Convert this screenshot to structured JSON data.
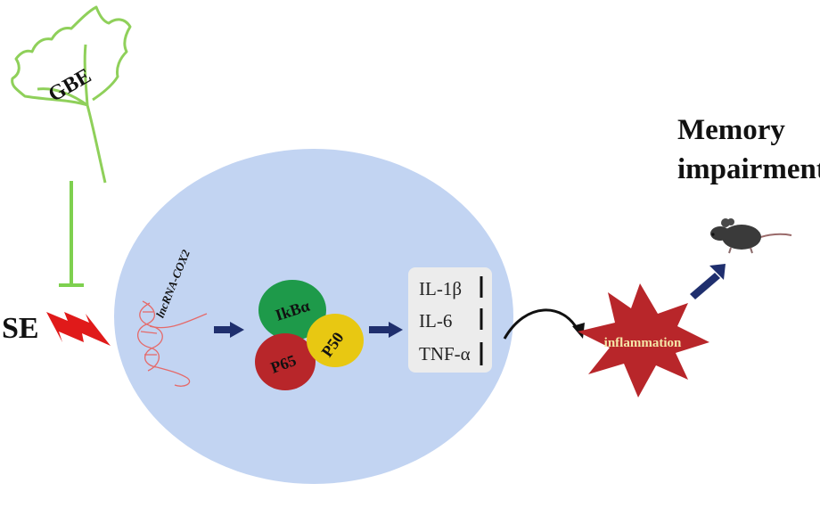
{
  "diagram": {
    "gbe_label": "GBE",
    "se_label": "SE",
    "lncrna_label": "lncRNA-COX2",
    "complex": {
      "ikba": "IkBα",
      "p65": "P65",
      "p50": "P50"
    },
    "cytokines": [
      "IL-1β",
      "IL-6",
      "TNF-α"
    ],
    "inflammation_label": "inflammation",
    "outcome_title_line1": "Memory",
    "outcome_title_line2": "impairment"
  },
  "colors": {
    "leaf_outline": "#8fd05a",
    "inhibit_bar": "#7ed04f",
    "cell": "#c2d4f2",
    "lightning": "#e01a1a",
    "rna": "#e56a6a",
    "arrow": "#1f2f6e",
    "ikba": "#1e9a4a",
    "p65": "#b8262a",
    "p50": "#e8c812",
    "star": "#b8262a",
    "inflammation_text": "#f5e6a8",
    "cytokine_box": "#ececec",
    "mouse": "#3a3a3a"
  },
  "icons": [
    "ginkgo-leaf-icon",
    "lightning-bolt-icon",
    "rna-helix-icon",
    "mouse-icon"
  ]
}
